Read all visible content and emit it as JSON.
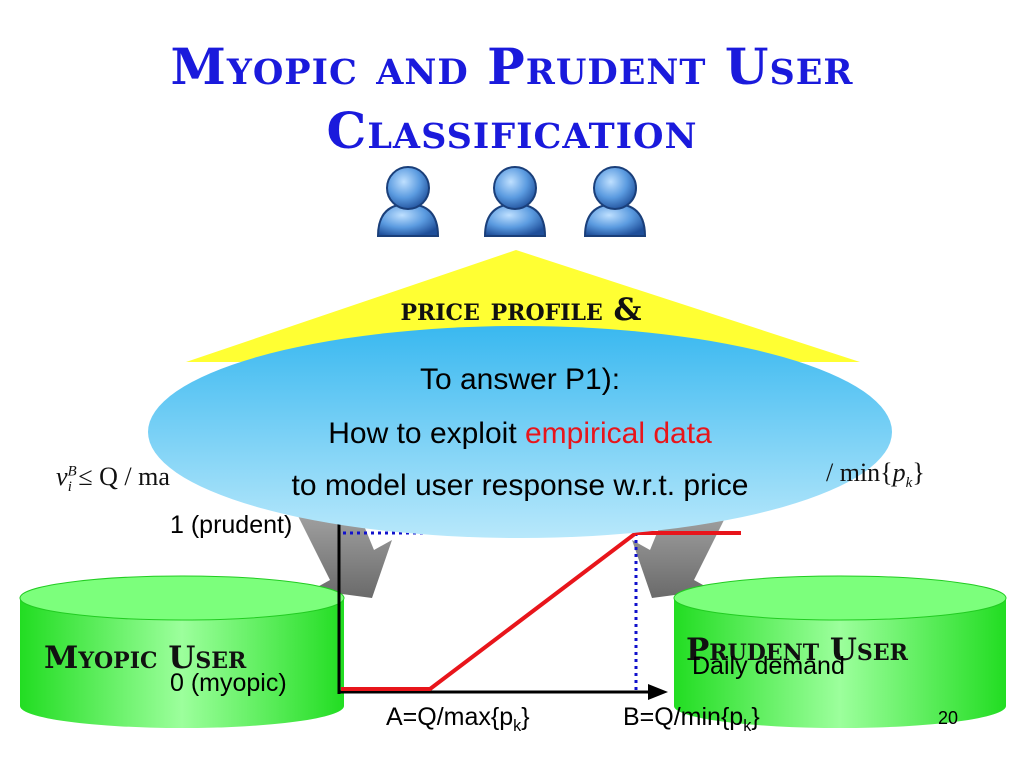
{
  "slide": {
    "title_line1": "Myopic and Prudent User",
    "title_line2": "Classification",
    "page_number": "20"
  },
  "triangle": {
    "label": "price profile &"
  },
  "callout": {
    "line1": "To answer P1):",
    "line2_prefix": "How to exploit ",
    "line2_highlight": "empirical data",
    "line3": "to model user response w.r.t. price"
  },
  "formulas": {
    "left": {
      "var": "v",
      "sup": "B",
      "sub": "i",
      "op": "≤ Q / ma"
    },
    "right": {
      "text": "/ min{",
      "var": "p",
      "sub": "k",
      "close": "}"
    }
  },
  "graph": {
    "y_top_label": "1 (prudent)",
    "y_bottom_label": "0 (myopic)",
    "x_axis_label": "Daily demand",
    "tick_a_main": "A=Q/max{p",
    "tick_a_sub": "k",
    "tick_a_close": "}",
    "tick_b_main": "B=Q/min{p",
    "tick_b_sub": "k",
    "tick_b_close": "}"
  },
  "cylinders": {
    "left_label": "Myopic User",
    "right_label": "Prudent User"
  },
  "colors": {
    "title": "#1a1adc",
    "highlight": "#e8151b",
    "callout_fill": "#5ec6f2",
    "triangle_fill": "#ffff33",
    "cylinder_fill": "#33ee33",
    "curve": "#e8151b",
    "dotted": "#1111cc"
  },
  "icons": [
    "user-icon",
    "user-icon",
    "user-icon"
  ]
}
